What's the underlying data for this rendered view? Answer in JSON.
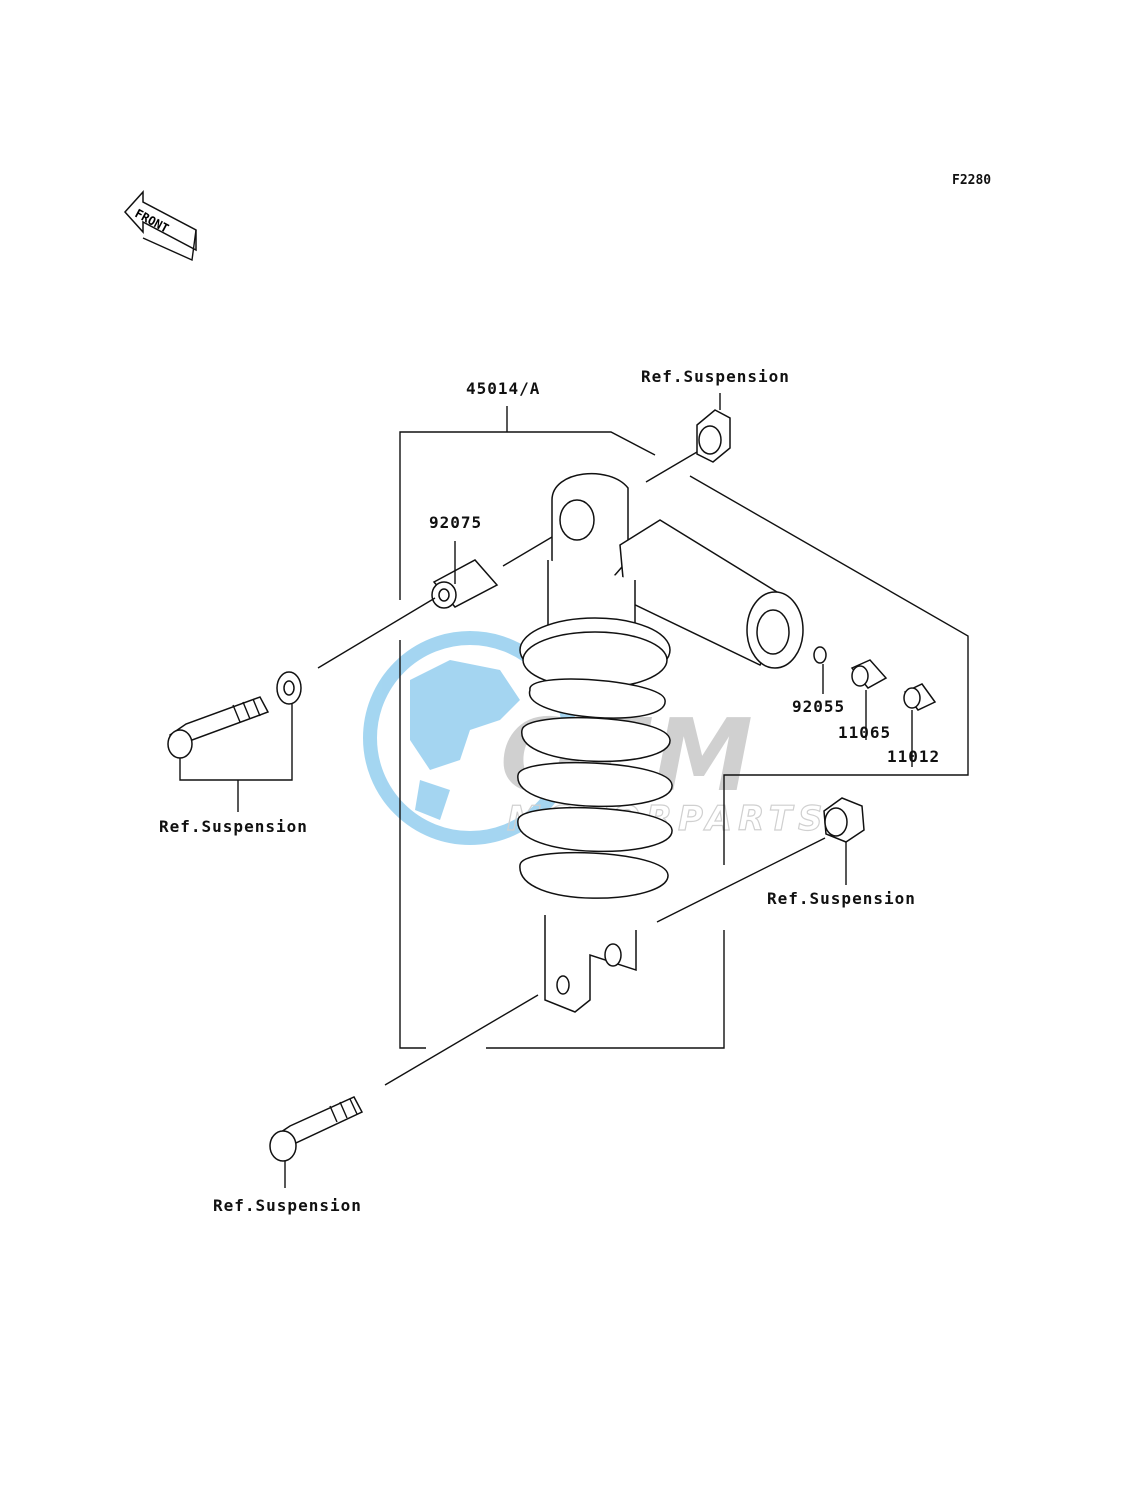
{
  "figure_code": "F2280",
  "front_arrow_text": "FRONT",
  "watermark": {
    "brand": "OEM",
    "sub": "MOTORPARTS",
    "color": "#5ab4e6"
  },
  "labels": {
    "assembly": "45014/A",
    "collar": "92075",
    "o_ring": "92055",
    "valve": "11065",
    "cap": "11012",
    "ref_top_nut": "Ref.Suspension",
    "ref_upper_bolt": "Ref.Suspension",
    "ref_lower_nut": "Ref.Suspension",
    "ref_lower_bolt": "Ref.Suspension"
  }
}
